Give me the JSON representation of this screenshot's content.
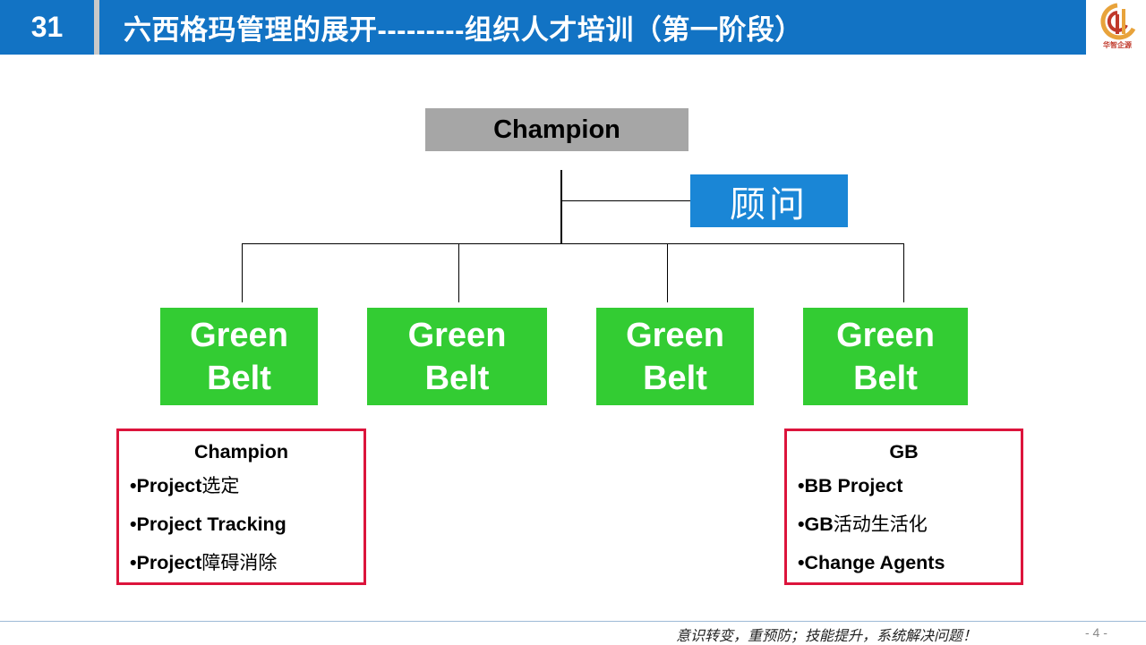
{
  "header": {
    "slide_number": "31",
    "title": "六西格玛管理的展开---------组织人才培训（第一阶段）",
    "logo_text": "华智企源",
    "accent_color": "#1273c4"
  },
  "org_chart": {
    "top": "Champion",
    "advisor": "顾问",
    "green_belts": [
      {
        "line1": "Green",
        "line2": "Belt"
      },
      {
        "line1": "Green",
        "line2": "Belt"
      },
      {
        "line1": "Green",
        "line2": "Belt"
      },
      {
        "line1": "Green",
        "line2": "Belt"
      }
    ]
  },
  "champion_box": {
    "heading": "Champion",
    "items": [
      {
        "en": "•Project",
        "cn": "选定"
      },
      {
        "en": "•Project Tracking",
        "cn": ""
      },
      {
        "en": "•Project",
        "cn": "障碍消除"
      }
    ]
  },
  "gb_box": {
    "heading": "GB",
    "items": [
      {
        "en": "•BB Project",
        "cn": ""
      },
      {
        "en": "•GB",
        "cn": "活动生活化"
      },
      {
        "en": "•Change Agents",
        "cn": ""
      }
    ]
  },
  "footer": {
    "slogan": "意识转变，重预防；技能提升，系统解决问题！",
    "page": "- 4 -"
  }
}
